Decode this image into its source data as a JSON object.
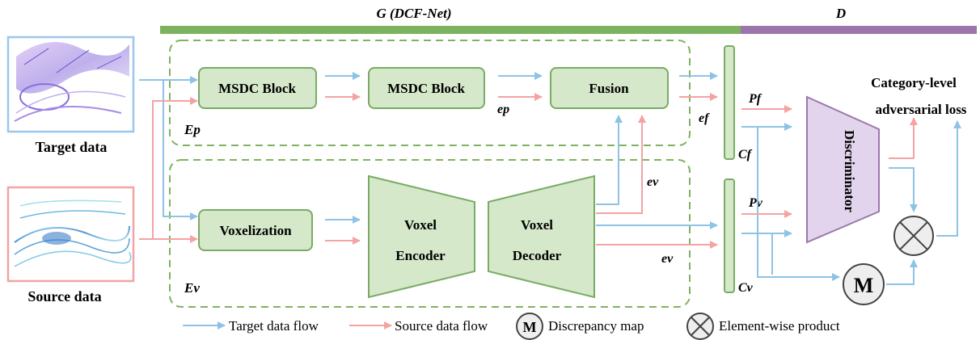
{
  "header": {
    "generator_label": "G (DCF-Net)",
    "discriminator_label": "D"
  },
  "inputs": {
    "target_label": "Target data",
    "source_label": "Source data"
  },
  "point_branch": {
    "label": "Ep",
    "block1": "MSDC Block",
    "block2": "MSDC Block",
    "fusion": "Fusion",
    "ep_label": "ep",
    "ef_label": "ef"
  },
  "voxel_branch": {
    "label": "Ev",
    "voxelization": "Voxelization",
    "encoder_line1": "Voxel",
    "encoder_line2": "Encoder",
    "decoder_line1": "Voxel",
    "decoder_line2": "Decoder",
    "ev_top_label": "ev",
    "ev_bottom_label": "ev"
  },
  "classifiers": {
    "cf_label": "Cf",
    "cv_label": "Cv",
    "pf_label": "Pf",
    "pv_label": "Pv"
  },
  "discriminator": {
    "label": "Discriminator"
  },
  "loss": {
    "line1": "Category-level",
    "line2": "adversarial loss"
  },
  "ops": {
    "m_symbol": "M"
  },
  "legend": {
    "target_flow": "Target data flow",
    "source_flow": "Source data flow",
    "m_symbol": "M",
    "discrepancy": "Discrepancy map",
    "product": "Element-wise product"
  },
  "colors": {
    "generator_bar": "#7db35f",
    "discriminator_bar": "#9b75ab",
    "block_fill": "#d5e8c9",
    "block_stroke": "#7aab66",
    "target_arrow": "#8ec3e6",
    "source_arrow": "#f4a3a3",
    "disc_fill": "#e2d4ec",
    "disc_stroke": "#9a78ad",
    "target_frame": "#9cc7ea",
    "source_frame": "#f2a4a4"
  }
}
